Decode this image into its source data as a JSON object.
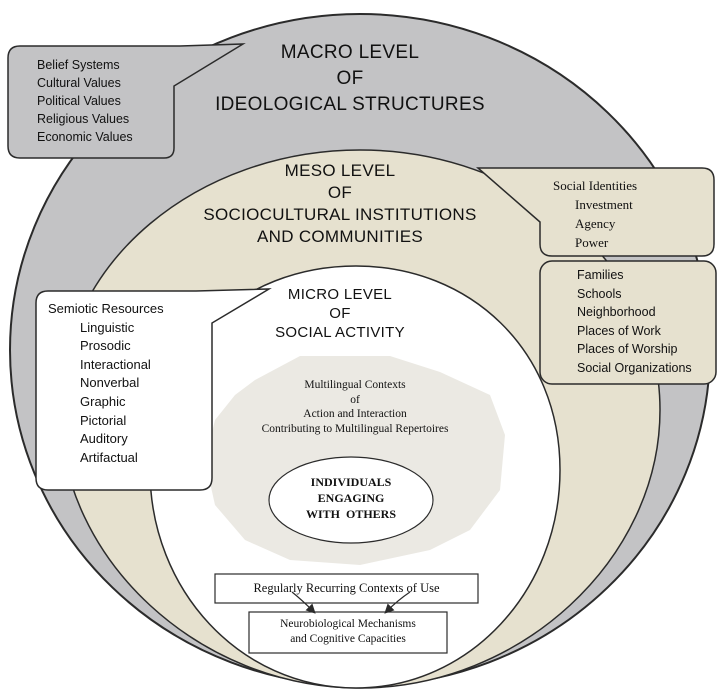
{
  "macro": {
    "title_lines": [
      "MACRO LEVEL",
      "OF",
      "IDEOLOGICAL STRUCTURES"
    ],
    "callout_items": [
      "Belief Systems",
      "Cultural Values",
      "Political Values",
      "Religious Values",
      "Economic Values"
    ]
  },
  "meso": {
    "title_lines": [
      "MESO LEVEL",
      "OF",
      "SOCIOCULTURAL INSTITUTIONS",
      "AND COMMUNITIES"
    ],
    "identities_heading": "Social Identities",
    "identities_items": [
      "Investment",
      "Agency",
      "Power"
    ],
    "institutions_items": [
      "Families",
      "Schools",
      "Neighborhood",
      "Places of Work",
      "Places of Worship",
      "Social Organizations"
    ]
  },
  "micro": {
    "title_lines": [
      "MICRO LEVEL",
      "OF",
      "SOCIAL ACTIVITY"
    ],
    "semiotic_heading": "Semiotic Resources",
    "semiotic_items": [
      "Linguistic",
      "Prosodic",
      "Interactional",
      "Nonverbal",
      "Graphic",
      "Pictorial",
      "Auditory",
      "Artifactual"
    ],
    "contexts_lines": [
      "Multilingual Contexts",
      "of",
      "Action and Interaction",
      "Contributing to Multilingual Repertoires"
    ],
    "individuals_lines": [
      "INDIVIDUALS",
      "ENGAGING",
      "WITH  OTHERS"
    ]
  },
  "bottom": {
    "recurring": "Regularly Recurring Contexts of Use",
    "neuro_lines": [
      "Neurobiological Mechanisms",
      "and Cognitive Capacities"
    ]
  },
  "colors": {
    "macro_fill": "#c3c3c5",
    "meso_fill": "#e6e1cf",
    "micro_fill": "#ffffff",
    "contexts_fill": "#ebe9e3",
    "stroke": "#2b2b2b",
    "identities_box_fill": "#e6e1cf"
  }
}
